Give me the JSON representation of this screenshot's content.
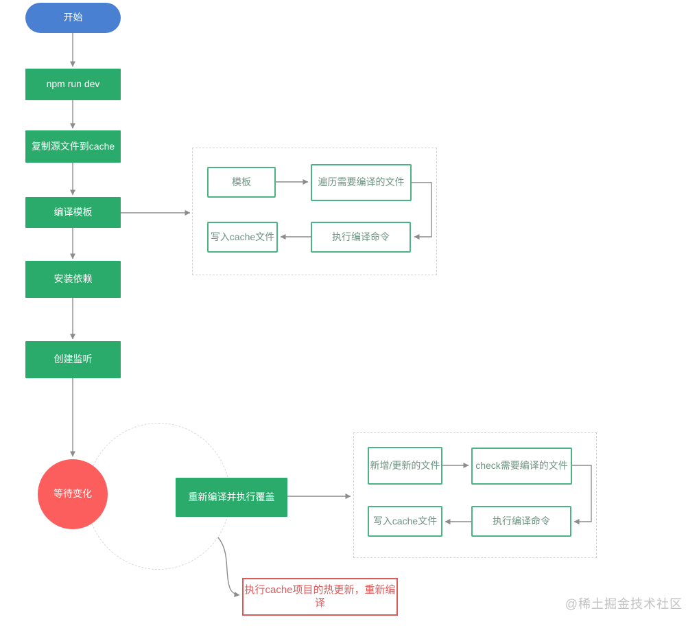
{
  "flow": {
    "start": "开始",
    "steps": [
      "npm run dev",
      "复制源文件到cache",
      "编译模板",
      "安装依赖",
      "创建监听"
    ],
    "wait_circle": "等待变化",
    "recompile": "重新编译并执行覆盖",
    "hot_update_note": "执行cache项目的热更新，重新编译"
  },
  "compile_group": {
    "template": "模板",
    "traverse": "遍历需要编译的文件",
    "write_cache": "写入cache文件",
    "exec_compile": "执行编译命令"
  },
  "watch_group": {
    "new_files": "新增/更新的文件",
    "check": "check需要编译的文件",
    "write_cache": "写入cache文件",
    "exec_compile": "执行编译命令"
  },
  "watermark": "@稀土掘金技术社区",
  "colors": {
    "start_blue": "#4a80d1",
    "node_green": "#2bab6b",
    "outline_green": "#49b384",
    "wait_red": "#fc5d5d",
    "note_red": "#dd5a5a",
    "connector_gray": "#8c8c8c"
  }
}
